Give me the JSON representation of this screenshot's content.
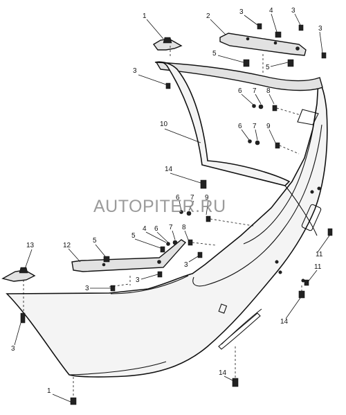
{
  "watermark": "AUTOPITER.RU",
  "callouts": [
    {
      "text": "1",
      "name": "callout-1-top"
    },
    {
      "text": "2",
      "name": "callout-2"
    },
    {
      "text": "3",
      "name": "callout-3-top-a"
    },
    {
      "text": "4",
      "name": "callout-4-top"
    },
    {
      "text": "3",
      "name": "callout-3-top-b"
    },
    {
      "text": "3",
      "name": "callout-3-top-c"
    },
    {
      "text": "5",
      "name": "callout-5-top-a"
    },
    {
      "text": "5",
      "name": "callout-5-top-b"
    },
    {
      "text": "3",
      "name": "callout-3-upper-left"
    },
    {
      "text": "6",
      "name": "callout-6-a"
    },
    {
      "text": "7",
      "name": "callout-7-a"
    },
    {
      "text": "8",
      "name": "callout-8-a"
    },
    {
      "text": "10",
      "name": "callout-10"
    },
    {
      "text": "6",
      "name": "callout-6-b"
    },
    {
      "text": "7",
      "name": "callout-7-b"
    },
    {
      "text": "9",
      "name": "callout-9"
    },
    {
      "text": "14",
      "name": "callout-14-mid"
    },
    {
      "text": "6",
      "name": "callout-6-c"
    },
    {
      "text": "7",
      "name": "callout-7-c"
    },
    {
      "text": "9",
      "name": "callout-9-b"
    },
    {
      "text": "4",
      "name": "callout-4-lower"
    },
    {
      "text": "6",
      "name": "callout-6-d"
    },
    {
      "text": "7",
      "name": "callout-7-d"
    },
    {
      "text": "8",
      "name": "callout-8-b"
    },
    {
      "text": "5",
      "name": "callout-5-lower-a"
    },
    {
      "text": "5",
      "name": "callout-5-lower-b"
    },
    {
      "text": "13",
      "name": "callout-13"
    },
    {
      "text": "12",
      "name": "callout-12"
    },
    {
      "text": "3",
      "name": "callout-3-lower-a"
    },
    {
      "text": "3",
      "name": "callout-3-lower-b"
    },
    {
      "text": "3",
      "name": "callout-3-lower-c"
    },
    {
      "text": "11",
      "name": "callout-11-a"
    },
    {
      "text": "11",
      "name": "callout-11-b"
    },
    {
      "text": "14",
      "name": "callout-14-right"
    },
    {
      "text": "3",
      "name": "callout-3-left"
    },
    {
      "text": "14",
      "name": "callout-14-bottom"
    },
    {
      "text": "1",
      "name": "callout-1-bottom"
    }
  ]
}
